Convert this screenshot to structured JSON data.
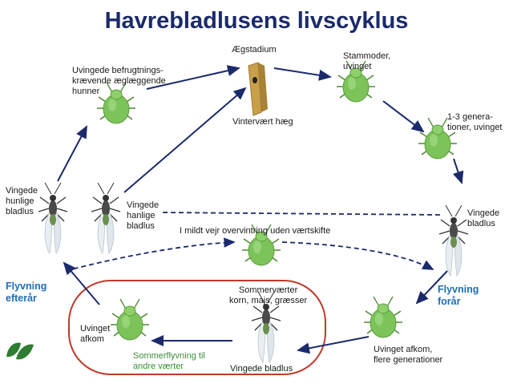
{
  "title": "Havrebladlusens livscyklus",
  "labels": {
    "egg_stage": "Ægstadium",
    "winter_host": "Vintervært hæg",
    "stem_mother": [
      "Stammoder,",
      "uvinget"
    ],
    "wingless_females": [
      "Uvingede befrugtnings-",
      "krævende æglæggende",
      "hunner"
    ],
    "generations": [
      "1-3 genera-",
      "tioner, uvinget"
    ],
    "winged_females": [
      "Vingede",
      "hunlige",
      "bladlus"
    ],
    "winged_males": [
      "Vingede",
      "hanlige",
      "bladlus"
    ],
    "winged_aphids_right": [
      "Vingede",
      "bladlus"
    ],
    "mild_winter": "I mildt vejr overvintring uden værtskifte",
    "flight_autumn": [
      "Flyvning",
      "efterår"
    ],
    "flight_spring": [
      "Flyvning",
      "forår"
    ],
    "summer_hosts": [
      "Sommerværter",
      "korn, majs, græsser"
    ],
    "wingless_offspring": [
      "Uvinget",
      "afkom"
    ],
    "summer_flight": [
      "Sommerflyvning til",
      "andre værter"
    ],
    "winged_aphids_bottom": "Vingede bladlus",
    "wingless_offspring_many": [
      "Uvinget afkom,",
      "flere generationer"
    ]
  },
  "colors": {
    "title": "#1b2a6b",
    "arrow": "#1b2a6b",
    "aphid_green": "#7cc35a",
    "aphid_dark": "#4a4a4a",
    "wing": "#e9eef2",
    "oval": "#c0392b",
    "flight_label": "#1f6db5",
    "summer_flight_label": "#3e8d3a",
    "twig": "#c9a04a",
    "logo": "#2e7d32"
  },
  "icons": [
    "green-aphid-icon",
    "winged-aphid-icon",
    "egg-twig-icon",
    "leaf-logo-icon"
  ]
}
